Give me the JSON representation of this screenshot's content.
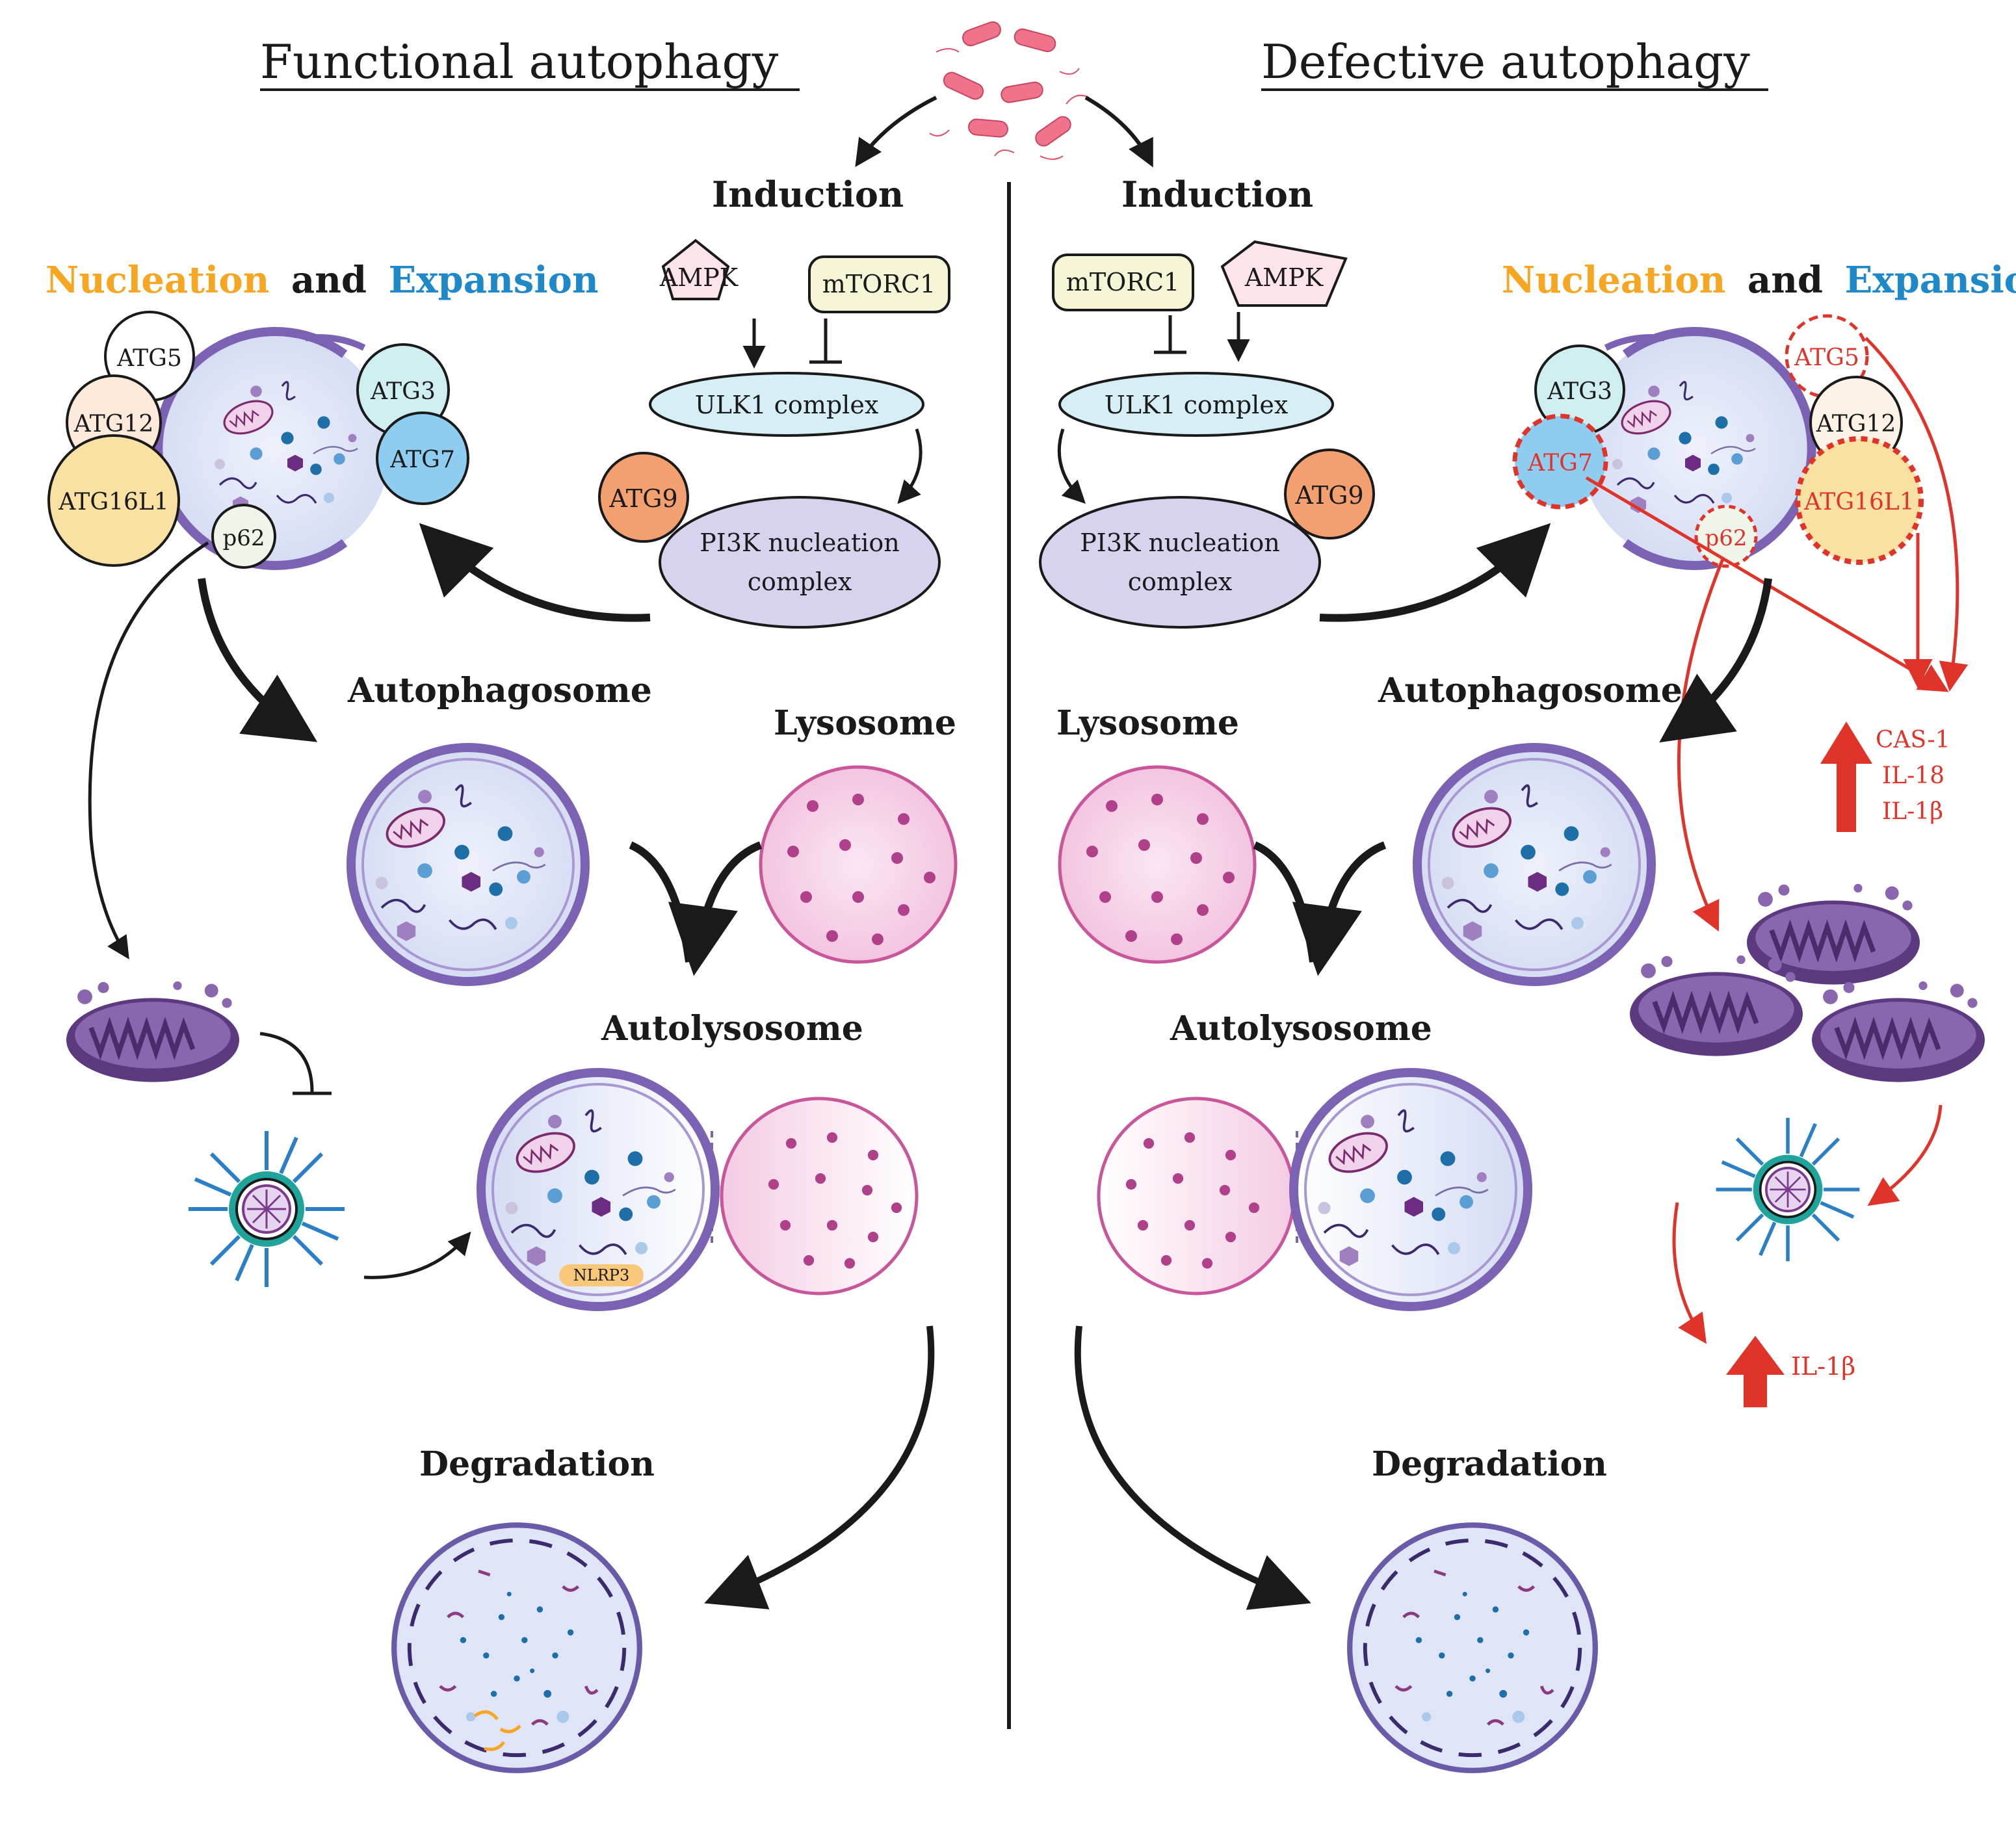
{
  "titles": {
    "left": "Functional autophagy",
    "right": "Defective autophagy"
  },
  "induction": "Induction",
  "nucleation_word": "Nucleation",
  "and_word": "and",
  "expansion_word": "Expansion",
  "proteins": {
    "ampk": "AMPK",
    "mtorc1": "mTORC1",
    "ulk1": "ULK1 complex",
    "atg9": "ATG9",
    "pi3k_line1": "PI3K nucleation",
    "pi3k_line2": "complex",
    "atg5": "ATG5",
    "atg12": "ATG12",
    "atg16l1": "ATG16L1",
    "atg3": "ATG3",
    "atg7": "ATG7",
    "p62": "p62",
    "nlrp3": "NLRP3"
  },
  "stages": {
    "autophagosome": "Autophagosome",
    "lysosome": "Lysosome",
    "autolysosome": "Autolysosome",
    "degradation": "Degradation"
  },
  "cytokines": {
    "cas1": "CAS-1",
    "il18": "IL-18",
    "il1b": "IL-1β"
  },
  "colors": {
    "nucleation": "#f5a623",
    "expansion": "#1e88c8",
    "defect": "#e0342b",
    "vesicle_fill": "#dde4f7",
    "vesicle_edge": "#7b62b3",
    "lysosome_fill": "#f6cfe6",
    "lysosome_edge": "#c9559b",
    "mito": "#6a4a8c"
  }
}
